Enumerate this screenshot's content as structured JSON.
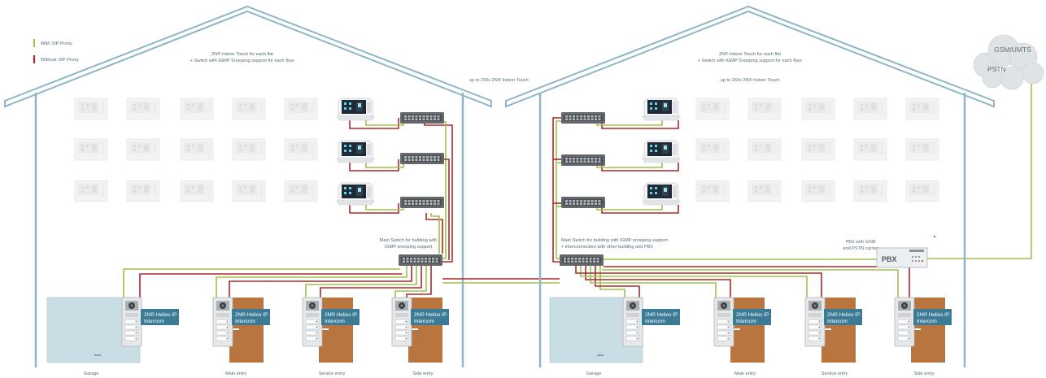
{
  "colors": {
    "wall": "#8fb6c8",
    "sip_green": "#9ec248",
    "no_sip_red": "#b2262b",
    "intercom_label_bg": "#3c7b95",
    "door": "#b9753f",
    "garage": "#c9dde4",
    "switch": "#6c6f72",
    "faded_unit": "#eeeeee"
  },
  "legend": {
    "with_sip": "With SIP Proxy",
    "without_sip": "Without SIP Proxy"
  },
  "left_building": {
    "per_floor_line1": "2N® Indoor Touch for each flat",
    "per_floor_line2": "+ Switch with IGMP Snooping support for each floor",
    "capacity": "up to 150x 2N® Indoor Touch",
    "main_switch_line1": "Main Switch for building with",
    "main_switch_line2": "IGMP snooping support",
    "entries": [
      "Garage",
      "Main entry",
      "Service entry",
      "Side entry"
    ]
  },
  "right_building": {
    "per_floor_line1": "2N® Indoor Touch for each flat",
    "per_floor_line2": "+ Switch with IGMP Snooping support for each floor",
    "capacity": "up to 150x 2N® Indoor Touch",
    "main_switch_line1": "Main Switch for building with IGMP snooping support",
    "main_switch_line2": "+ interconnection with other building and PBX",
    "entries": [
      "Garage",
      "Main entry",
      "Service entry",
      "Side entry"
    ]
  },
  "intercom": {
    "line1": "2N® Helios IP",
    "line2": "Intercom"
  },
  "cloud": {
    "gsm": "GSM/UMTS",
    "pstn": "PSTN"
  },
  "pbx": {
    "label": "PBX",
    "caption_line1": "PBX with GSM",
    "caption_line2": "and PSTN carrier"
  }
}
